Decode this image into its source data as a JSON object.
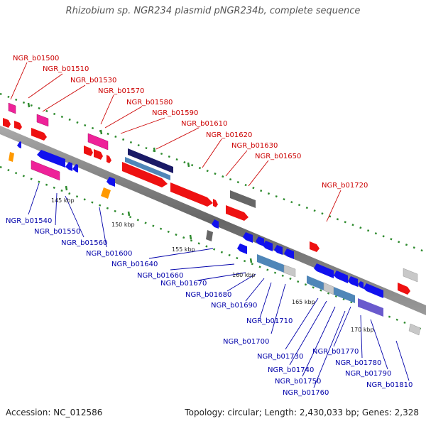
{
  "title": "Rhizobium sp. NGR234 plasmid pNGR234b, complete sequence",
  "footer": {
    "accession": "Accession: NC_012586",
    "info": "Topology: circular; Length: 2,430,033 bp; Genes: 2,328"
  },
  "colors": {
    "forward_label": "#cc0000",
    "reverse_label": "#0000aa",
    "backbone": "#777777",
    "tick": "#2e8b2e",
    "forward_gene": "#ee1111",
    "reverse_gene": "#1111ee",
    "magenta_gene": "#ee2299",
    "navy_gene": "#1a1a66",
    "steel_gene": "#4f86b8",
    "purple_gene": "#6a5acd",
    "gray_gene": "#666666",
    "lightgray_gene": "#c8c8c8",
    "orange_gene": "#ff9900"
  },
  "scale_labels": [
    "145 kbp",
    "150 kbp",
    "155 kbp",
    "160 kbp",
    "165 kbp",
    "170 kbp"
  ],
  "forward_labels": [
    "NGR_b01500",
    "NGR_b01510",
    "NGR_b01530",
    "NGR_b01570",
    "NGR_b01580",
    "NGR_b01590",
    "NGR_b01610",
    "NGR_b01620",
    "NGR_b01630",
    "NGR_b01650",
    "NGR_b01720"
  ],
  "reverse_labels": [
    "NGR_b01540",
    "NGR_b01550",
    "NGR_b01560",
    "NGR_b01600",
    "NGR_b01640",
    "NGR_b01660",
    "NGR_b01670",
    "NGR_b01680",
    "NGR_b01690",
    "NGR_b01700",
    "NGR_b01710",
    "NGR_b01730",
    "NGR_b01740",
    "NGR_b01750",
    "NGR_b01760",
    "NGR_b01770",
    "NGR_b01780",
    "NGR_b01790",
    "NGR_b01810"
  ]
}
